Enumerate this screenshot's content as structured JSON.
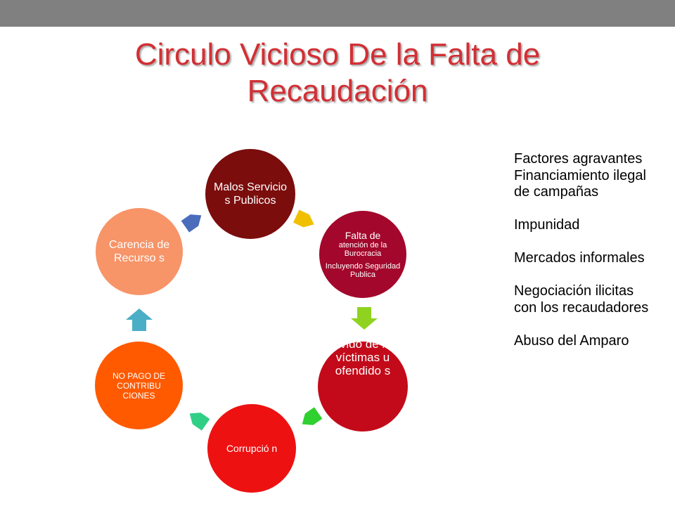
{
  "slide": {
    "title_lines": [
      "Circulo Vicioso De la Falta de",
      "Recaudación"
    ]
  },
  "cycle": {
    "nodes": [
      {
        "key": "malos",
        "label": "Malos Servicio s Publicos",
        "color": "#7b0d0d"
      },
      {
        "key": "falta",
        "label_main": "Falta de",
        "label_sub": "atención de la Burocracia",
        "label_note": "Incluyendo Seguridad Publica",
        "color": "#a3072c"
      },
      {
        "key": "olvido",
        "label": "Olvido de las víctimas u ofendido s",
        "color": "#c30a1a"
      },
      {
        "key": "corrupcion",
        "label": "Corrupció n",
        "color": "#ee1111"
      },
      {
        "key": "nopago",
        "label": "NO PAGO DE CONTRIBU CIONES",
        "color": "#ff5a00"
      },
      {
        "key": "carencia",
        "label": "Carencia de Recurso s",
        "color": "#f79468"
      }
    ],
    "arrow_colors": {
      "malos_to_falta": "#f0c000",
      "falta_to_olvido": "#8fd320",
      "olvido_to_corrupcion": "#2fd02f",
      "corrupcion_to_nopago": "#2fcf86",
      "nopago_to_carencia": "#4aaec6",
      "carencia_to_malos": "#4a6cbb"
    }
  },
  "sidebar": {
    "heading": "Factores agravantes",
    "items": [
      "Financiamiento ilegal",
      "de campañas",
      "Impunidad",
      "Mercados informales",
      "Negociación ilicitas",
      "con los recaudadores",
      "Abuso del Amparo"
    ]
  }
}
